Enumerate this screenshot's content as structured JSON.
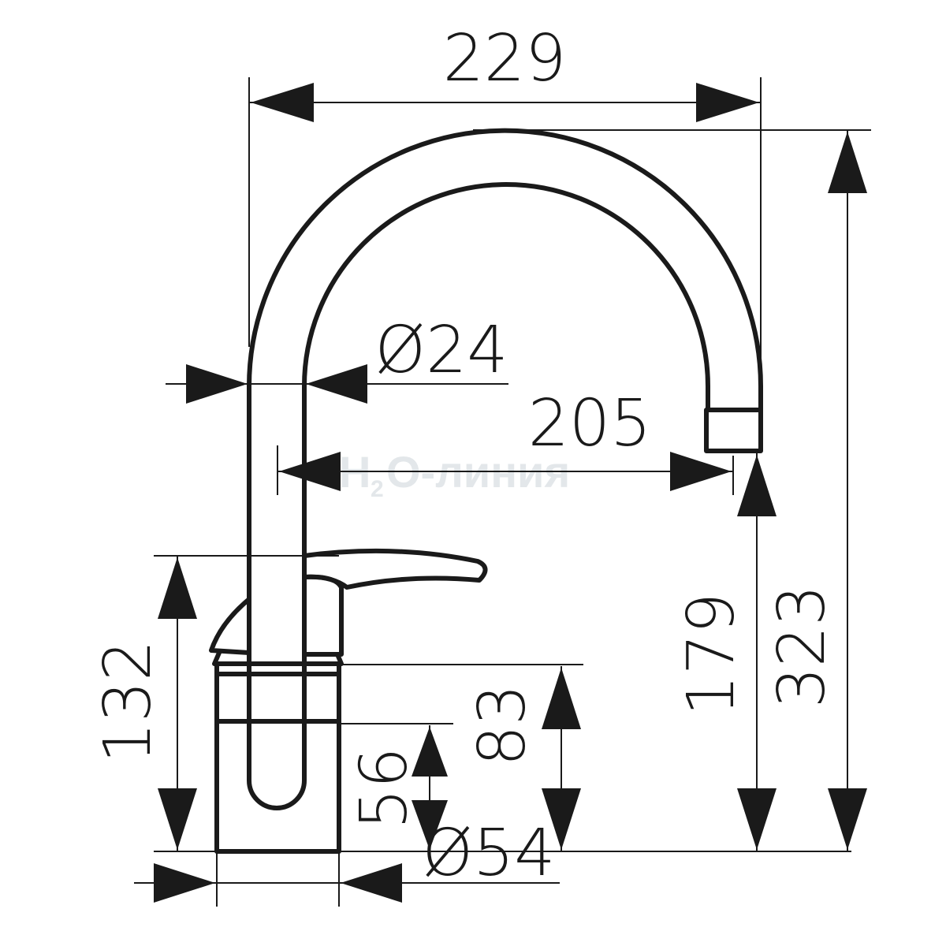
{
  "title": "Faucet dimension drawing",
  "watermark": {
    "main_prefix": "H",
    "subscript": "2",
    "main_suffix": "O-линия"
  },
  "dimensions": {
    "overall_width": "229",
    "tube_diameter": "Ø24",
    "spout_reach": "205",
    "overall_height": "323",
    "spout_height": "179",
    "lever_height": "132",
    "base_height": "83",
    "base_lower_height": "56",
    "base_diameter": "Ø54"
  },
  "colors": {
    "line": "#1a1a1a",
    "watermark": "#e3e7ea"
  }
}
